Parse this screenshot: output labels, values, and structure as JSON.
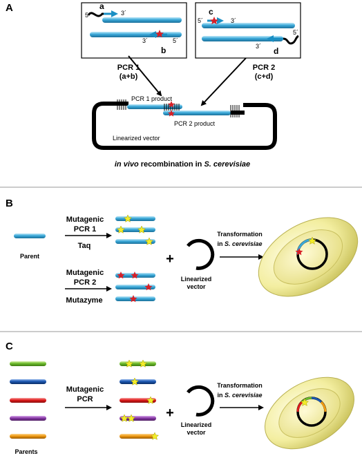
{
  "panel_a": {
    "letter": "A",
    "box1": {
      "primer_a": "a",
      "primer_b": "b",
      "p5_top": "5´",
      "p3_top": "3´",
      "p3_bottom": "3´",
      "p5_bottom": "5´"
    },
    "box2": {
      "primer_c": "c",
      "primer_d": "d",
      "p5_top": "5´",
      "p3_top": "3´",
      "p3_bottom": "3´",
      "p5_bottom": "5´"
    },
    "pcr1_line1": "PCR 1",
    "pcr1_line2": "(a+b)",
    "pcr2_line1": "PCR 2",
    "pcr2_line2": "(c+d)",
    "pcr1_product": "PCR 1 product",
    "pcr2_product": "PCR 2 product",
    "vector_label": "Linearized vector",
    "caption_italic": "in vivo",
    "caption_mid": " recombination in ",
    "caption_species": "S. cerevisiae"
  },
  "panel_b": {
    "letter": "B",
    "parent_label": "Parent",
    "mut1_line1": "Mutagenic",
    "mut1_line2": "PCR 1",
    "mut1_enzyme": "Taq",
    "mut2_line1": "Mutagenic",
    "mut2_line2": "PCR 2",
    "mut2_enzyme": "Mutazyme",
    "plus": "+",
    "vector_line1": "Linearized",
    "vector_line2": "vector",
    "transform_line1": "Transformation",
    "transform_in": "in ",
    "transform_species": "S. cerevisiae"
  },
  "panel_c": {
    "letter": "C",
    "parents_label": "Parents",
    "mut_line1": "Mutagenic",
    "mut_line2": "PCR",
    "plus": "+",
    "vector_line1": "Linearized",
    "vector_line2": "vector",
    "transform_line1": "Transformation",
    "transform_in": "in ",
    "transform_species": "S. cerevisiae"
  },
  "colors": {
    "dna_blue": "#3ba9d9",
    "arrow_blue": "#1a8fc4",
    "mutation_red": "#d62027",
    "mutation_yellow": "#f2ec2b",
    "yeast_fill": "#f3eea0",
    "green": "#6cbb2c",
    "navy": "#1a56b0",
    "red": "#e01b1b",
    "purple": "#8a3aa8",
    "orange": "#f09a12"
  }
}
